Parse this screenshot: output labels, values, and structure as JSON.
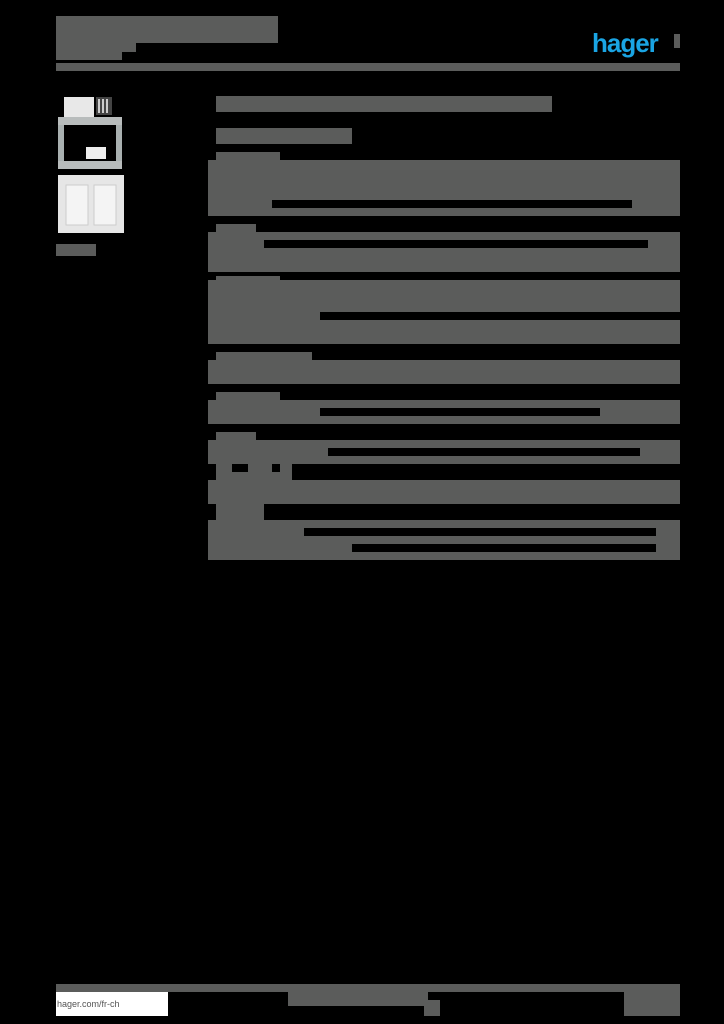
{
  "header": {
    "title_line1": "",
    "title_line2": "",
    "title_line3": "",
    "brand_logo": "hager",
    "brand_color": "#1aa5e4"
  },
  "product": {
    "image": "modular-wall-box-with-frame",
    "image_caption": ""
  },
  "main": {
    "title": "",
    "subtitle": "",
    "table_groups": [
      {
        "label": "",
        "rows": [
          {
            "key": "",
            "value": ""
          },
          {
            "key": "",
            "value": ""
          }
        ]
      },
      {
        "label": "",
        "rows": [
          {
            "key": "",
            "value": ""
          },
          {
            "key": "",
            "value": ""
          }
        ]
      },
      {
        "label": "",
        "rows": [
          {
            "key": "",
            "value": ""
          },
          {
            "key": "",
            "value": ""
          }
        ]
      },
      {
        "label": "",
        "rows": [
          {
            "key": "",
            "value": ""
          }
        ]
      },
      {
        "label": "",
        "rows": [
          {
            "key": "",
            "value": ""
          }
        ]
      },
      {
        "label": "",
        "rows": [
          {
            "key": "",
            "value": ""
          },
          {
            "key": "",
            "value": ""
          }
        ]
      },
      {
        "label": "",
        "rows": [
          {
            "key": "",
            "value": ""
          }
        ]
      },
      {
        "label": "",
        "rows": [
          {
            "key": "",
            "value": ""
          },
          {
            "key": "",
            "value": ""
          }
        ]
      }
    ]
  },
  "footer": {
    "url": "hager.com/fr-ch",
    "center_text": "",
    "page_info": ""
  },
  "colors": {
    "redaction_gray": "#5b5c5b",
    "background": "#000000",
    "brand_blue": "#1aa5e4"
  }
}
